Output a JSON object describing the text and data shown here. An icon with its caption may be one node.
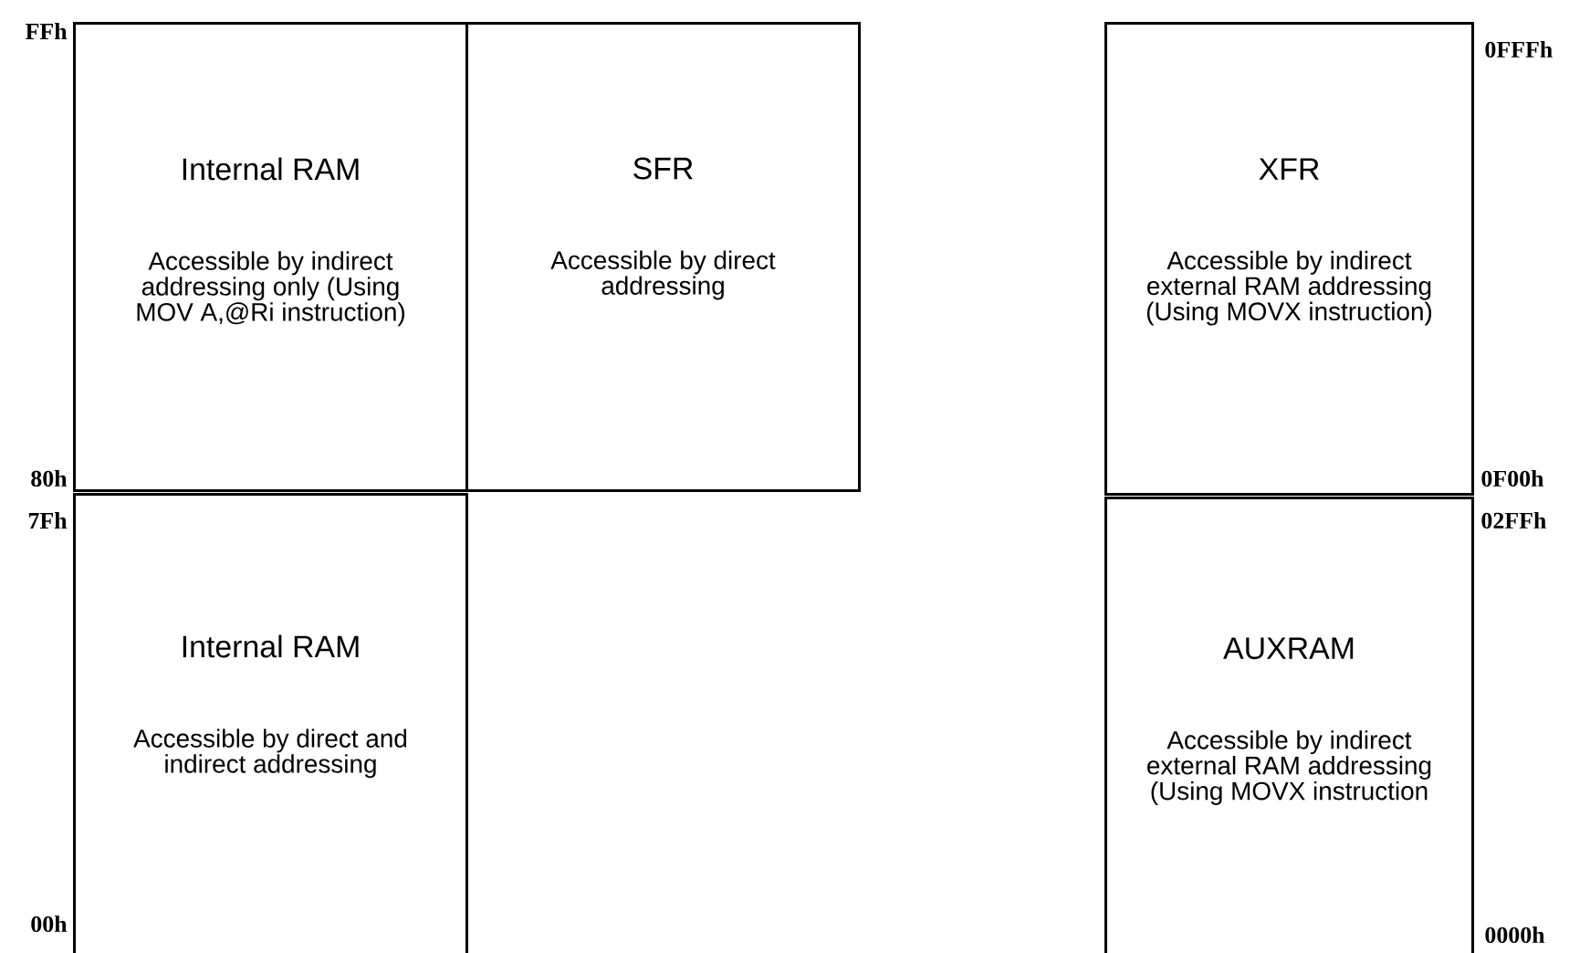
{
  "diagram": {
    "nodes": [
      {
        "text": [
          "Internal RAM",
          "Accessible by indirect addressing only (Using MOV A,@Ri instruction)"
        ]
      },
      {
        "text": [
          "SFR",
          "Accessible by direct addressing"
        ]
      },
      {
        "text": [
          "Internal RAM",
          "Accessible by direct and indirect addressing"
        ]
      },
      {
        "text": [
          "XFR",
          "Accessible by indirect external RAM addressing (Using MOVX instruction)"
        ]
      },
      {
        "text": [
          "AUXRAM",
          "Accessible by indirect external RAM addressing (Using MOVX instruction"
        ]
      }
    ],
    "labels": [
      "FFh",
      "0FFFh",
      "80h",
      "0F00h",
      "7Fh",
      "02FFh",
      "00h",
      "0000h"
    ]
  }
}
